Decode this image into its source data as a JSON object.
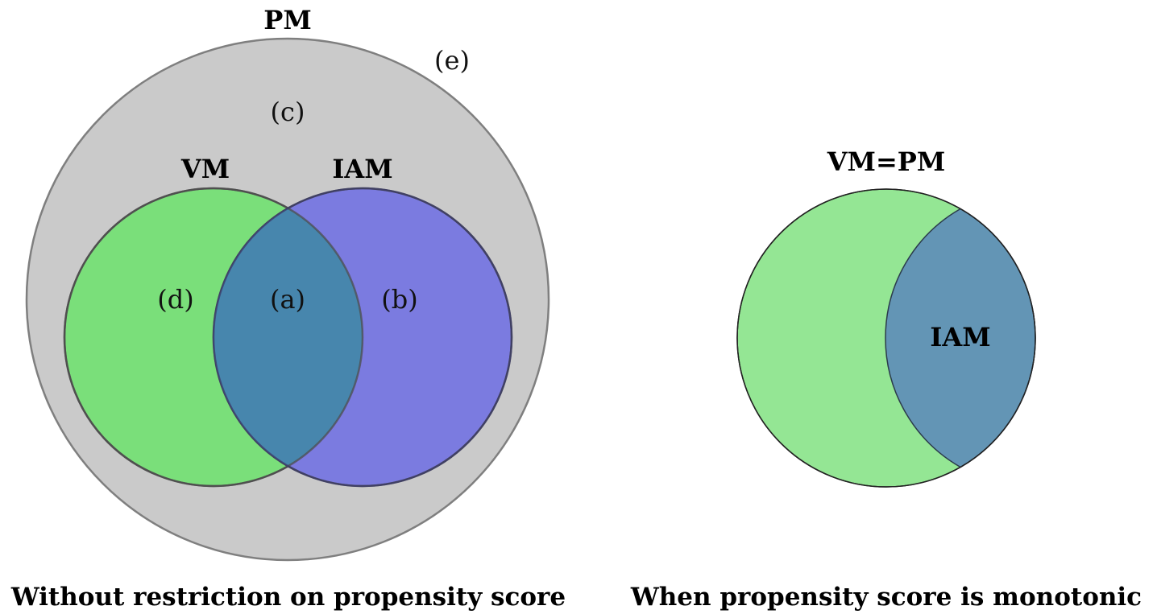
{
  "left_diagram": {
    "caption": "Without restriction on propensity score",
    "outer_set_label": "PM",
    "left_set_label": "VM",
    "right_set_label": "IAM",
    "regions": {
      "a": "(a)",
      "b": "(b)",
      "c": "(c)",
      "d": "(d)",
      "e": "(e)"
    }
  },
  "right_diagram": {
    "caption": "When propensity score is monotonic",
    "outer_set_label": "VM=PM",
    "inner_set_label": "IAM"
  },
  "colors": {
    "outer_fill": "#cacaca",
    "outer_stroke": "#7f7f7f",
    "vm_fill": "#7adf7a",
    "iam_fill": "#7b7be0",
    "overlap_fill": "#4786ad",
    "light_green": "#94e694",
    "teal": "#6395b5"
  }
}
